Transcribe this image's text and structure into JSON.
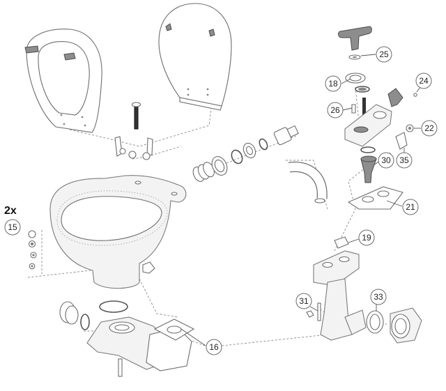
{
  "quantity_note": "2x",
  "callouts": [
    {
      "id": "c15",
      "label": "15"
    },
    {
      "id": "c16",
      "label": "16"
    },
    {
      "id": "c18",
      "label": "18"
    },
    {
      "id": "c19",
      "label": "19"
    },
    {
      "id": "c21",
      "label": "21"
    },
    {
      "id": "c22",
      "label": "22"
    },
    {
      "id": "c24",
      "label": "24"
    },
    {
      "id": "c25",
      "label": "25"
    },
    {
      "id": "c26",
      "label": "26"
    },
    {
      "id": "c30",
      "label": "30"
    },
    {
      "id": "c31",
      "label": "31"
    },
    {
      "id": "c33",
      "label": "33"
    },
    {
      "id": "c35",
      "label": "35"
    }
  ]
}
